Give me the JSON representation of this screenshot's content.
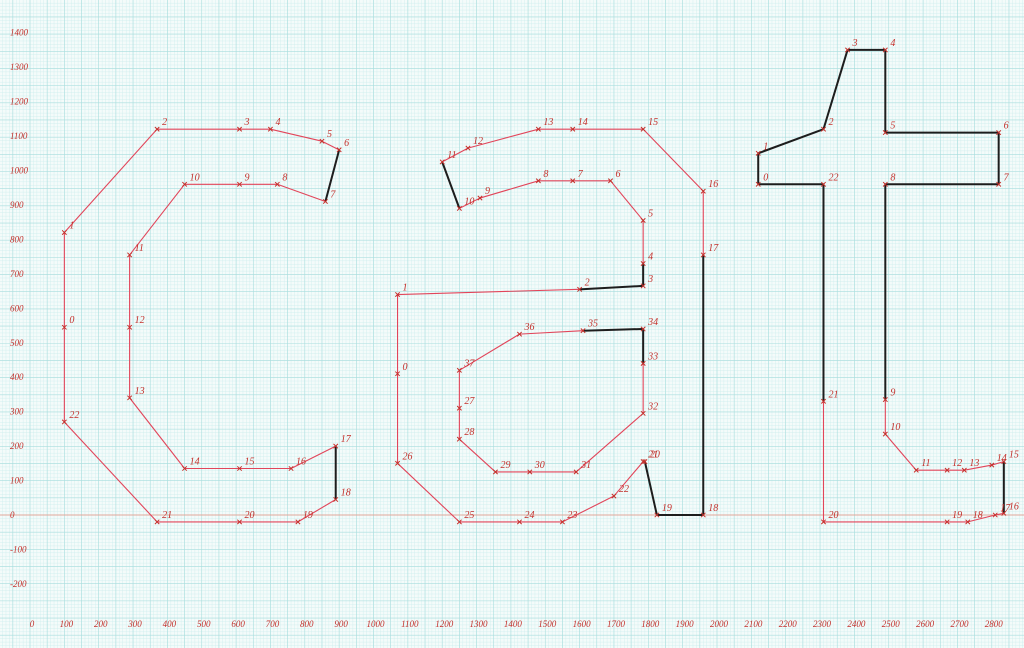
{
  "scale": {
    "x_ticks": [
      0,
      100,
      200,
      300,
      400,
      500,
      600,
      700,
      800,
      900,
      1000,
      1100,
      1200,
      1300,
      1400,
      1500,
      1600,
      1700,
      1800,
      1900,
      2000,
      2100,
      2200,
      2300,
      2400,
      2500,
      2600,
      2700,
      2800
    ],
    "y_ticks": [
      -200,
      -100,
      0,
      100,
      200,
      300,
      400,
      500,
      600,
      700,
      800,
      900,
      1000,
      1100,
      1200,
      1300,
      1400
    ],
    "x_label_texts": [
      "0",
      "100",
      "200",
      "300",
      "400",
      "500",
      "600",
      "700",
      "800",
      "900",
      "1000",
      "1100",
      "1200",
      "1300",
      "1400",
      "1500",
      "1600",
      "1700",
      "1800",
      "1900",
      "2000",
      "2100",
      "2200",
      "2300",
      "2400",
      "2500",
      "2600",
      "2700",
      "2800"
    ],
    "y_label_texts": [
      "-200",
      "-100",
      "0",
      "100",
      "200",
      "300",
      "400",
      "500",
      "600",
      "700",
      "800",
      "900",
      "1000",
      "1100",
      "1200",
      "1300",
      "1400"
    ]
  },
  "colors": {
    "grid_minor": "#cdeeee",
    "grid_major": "#a9dede",
    "baseline": "#e0a79a",
    "red_segment": "#e2455a",
    "black_segment": "#1d1d1d",
    "label": "#c4302b"
  },
  "glyphs": [
    {
      "name": "letter-c",
      "points": [
        {
          "label": "0",
          "x": 100,
          "y": 545
        },
        {
          "label": "1",
          "x": 100,
          "y": 820
        },
        {
          "label": "2",
          "x": 370,
          "y": 1120
        },
        {
          "label": "3",
          "x": 610,
          "y": 1120
        },
        {
          "label": "4",
          "x": 700,
          "y": 1120
        },
        {
          "label": "5",
          "x": 850,
          "y": 1085
        },
        {
          "label": "6",
          "x": 900,
          "y": 1060
        },
        {
          "label": "7",
          "x": 860,
          "y": 910
        },
        {
          "label": "8",
          "x": 720,
          "y": 960
        },
        {
          "label": "9",
          "x": 610,
          "y": 960
        },
        {
          "label": "10",
          "x": 450,
          "y": 960
        },
        {
          "label": "11",
          "x": 290,
          "y": 755
        },
        {
          "label": "12",
          "x": 290,
          "y": 545
        },
        {
          "label": "13",
          "x": 290,
          "y": 340
        },
        {
          "label": "14",
          "x": 450,
          "y": 135
        },
        {
          "label": "15",
          "x": 610,
          "y": 135
        },
        {
          "label": "16",
          "x": 760,
          "y": 135
        },
        {
          "label": "17",
          "x": 890,
          "y": 200
        },
        {
          "label": "18",
          "x": 890,
          "y": 45
        },
        {
          "label": "19",
          "x": 780,
          "y": -20
        },
        {
          "label": "20",
          "x": 610,
          "y": -20
        },
        {
          "label": "21",
          "x": 370,
          "y": -20
        },
        {
          "label": "22",
          "x": 100,
          "y": 270
        }
      ],
      "segments": [
        [
          0,
          1,
          "r"
        ],
        [
          1,
          2,
          "r"
        ],
        [
          2,
          3,
          "r"
        ],
        [
          3,
          4,
          "r"
        ],
        [
          4,
          5,
          "r"
        ],
        [
          5,
          6,
          "r"
        ],
        [
          6,
          7,
          "k"
        ],
        [
          7,
          8,
          "r"
        ],
        [
          8,
          9,
          "r"
        ],
        [
          9,
          10,
          "r"
        ],
        [
          10,
          11,
          "r"
        ],
        [
          11,
          12,
          "r"
        ],
        [
          12,
          13,
          "r"
        ],
        [
          13,
          14,
          "r"
        ],
        [
          14,
          15,
          "r"
        ],
        [
          15,
          16,
          "r"
        ],
        [
          16,
          17,
          "r"
        ],
        [
          17,
          18,
          "k"
        ],
        [
          18,
          19,
          "r"
        ],
        [
          19,
          20,
          "r"
        ],
        [
          20,
          21,
          "r"
        ],
        [
          21,
          22,
          "r"
        ],
        [
          22,
          0,
          "r"
        ]
      ]
    },
    {
      "name": "letter-a",
      "points": [
        {
          "label": "0",
          "x": 1070,
          "y": 410
        },
        {
          "label": "1",
          "x": 1070,
          "y": 640
        },
        {
          "label": "2",
          "x": 1600,
          "y": 655
        },
        {
          "label": "3",
          "x": 1785,
          "y": 665
        },
        {
          "label": "4",
          "x": 1785,
          "y": 730
        },
        {
          "label": "5",
          "x": 1785,
          "y": 855
        },
        {
          "label": "6",
          "x": 1690,
          "y": 970
        },
        {
          "label": "7",
          "x": 1580,
          "y": 970
        },
        {
          "label": "8",
          "x": 1480,
          "y": 970
        },
        {
          "label": "9",
          "x": 1310,
          "y": 920
        },
        {
          "label": "10",
          "x": 1250,
          "y": 890
        },
        {
          "label": "11",
          "x": 1200,
          "y": 1025
        },
        {
          "label": "12",
          "x": 1275,
          "y": 1065
        },
        {
          "label": "13",
          "x": 1480,
          "y": 1120
        },
        {
          "label": "14",
          "x": 1580,
          "y": 1120
        },
        {
          "label": "15",
          "x": 1785,
          "y": 1120
        },
        {
          "label": "16",
          "x": 1960,
          "y": 940
        },
        {
          "label": "17",
          "x": 1960,
          "y": 755
        },
        {
          "label": "18",
          "x": 1960,
          "y": 0
        },
        {
          "label": "19",
          "x": 1825,
          "y": 0
        },
        {
          "label": "20",
          "x": 1790,
          "y": 155
        },
        {
          "label": "21",
          "x": 1785,
          "y": 155
        },
        {
          "label": "22",
          "x": 1700,
          "y": 55
        },
        {
          "label": "23",
          "x": 1550,
          "y": -20
        },
        {
          "label": "24",
          "x": 1425,
          "y": -20
        },
        {
          "label": "25",
          "x": 1250,
          "y": -20
        },
        {
          "label": "26",
          "x": 1070,
          "y": 150
        },
        {
          "label": "27",
          "x": 1250,
          "y": 310
        },
        {
          "label": "28",
          "x": 1250,
          "y": 220
        },
        {
          "label": "29",
          "x": 1355,
          "y": 125
        },
        {
          "label": "30",
          "x": 1455,
          "y": 125
        },
        {
          "label": "31",
          "x": 1590,
          "y": 125
        },
        {
          "label": "32",
          "x": 1785,
          "y": 295
        },
        {
          "label": "33",
          "x": 1785,
          "y": 440
        },
        {
          "label": "34",
          "x": 1785,
          "y": 540
        },
        {
          "label": "35",
          "x": 1610,
          "y": 535
        },
        {
          "label": "36",
          "x": 1425,
          "y": 525
        },
        {
          "label": "37",
          "x": 1250,
          "y": 420
        }
      ],
      "segments": [
        [
          0,
          1,
          "r"
        ],
        [
          1,
          2,
          "r"
        ],
        [
          2,
          3,
          "k"
        ],
        [
          3,
          4,
          "k"
        ],
        [
          4,
          5,
          "r"
        ],
        [
          5,
          6,
          "r"
        ],
        [
          6,
          7,
          "r"
        ],
        [
          7,
          8,
          "r"
        ],
        [
          8,
          9,
          "r"
        ],
        [
          9,
          10,
          "r"
        ],
        [
          10,
          11,
          "k"
        ],
        [
          11,
          12,
          "r"
        ],
        [
          12,
          13,
          "r"
        ],
        [
          13,
          14,
          "r"
        ],
        [
          14,
          15,
          "r"
        ],
        [
          15,
          16,
          "r"
        ],
        [
          16,
          17,
          "r"
        ],
        [
          17,
          18,
          "k"
        ],
        [
          18,
          19,
          "k"
        ],
        [
          19,
          20,
          "k"
        ],
        [
          20,
          21,
          "r"
        ],
        [
          21,
          22,
          "r"
        ],
        [
          22,
          23,
          "r"
        ],
        [
          23,
          24,
          "r"
        ],
        [
          24,
          25,
          "r"
        ],
        [
          25,
          26,
          "r"
        ],
        [
          26,
          0,
          "r"
        ],
        [
          27,
          28,
          "r"
        ],
        [
          28,
          29,
          "r"
        ],
        [
          29,
          30,
          "r"
        ],
        [
          30,
          31,
          "r"
        ],
        [
          31,
          32,
          "r"
        ],
        [
          32,
          33,
          "r"
        ],
        [
          33,
          34,
          "k"
        ],
        [
          34,
          35,
          "k"
        ],
        [
          35,
          36,
          "r"
        ],
        [
          36,
          37,
          "r"
        ],
        [
          37,
          27,
          "r"
        ]
      ]
    },
    {
      "name": "letter-t",
      "points": [
        {
          "label": "0",
          "x": 2120,
          "y": 960
        },
        {
          "label": "1",
          "x": 2120,
          "y": 1050
        },
        {
          "label": "2",
          "x": 2310,
          "y": 1120
        },
        {
          "label": "3",
          "x": 2380,
          "y": 1350
        },
        {
          "label": "4",
          "x": 2490,
          "y": 1350
        },
        {
          "label": "5",
          "x": 2490,
          "y": 1110
        },
        {
          "label": "6",
          "x": 2820,
          "y": 1110
        },
        {
          "label": "7",
          "x": 2820,
          "y": 960
        },
        {
          "label": "8",
          "x": 2490,
          "y": 960
        },
        {
          "label": "9",
          "x": 2490,
          "y": 335
        },
        {
          "label": "10",
          "x": 2490,
          "y": 235
        },
        {
          "label": "11",
          "x": 2580,
          "y": 130
        },
        {
          "label": "12",
          "x": 2670,
          "y": 130
        },
        {
          "label": "13",
          "x": 2720,
          "y": 130
        },
        {
          "label": "14",
          "x": 2800,
          "y": 145
        },
        {
          "label": "15",
          "x": 2835,
          "y": 155
        },
        {
          "label": "16",
          "x": 2835,
          "y": 5
        },
        {
          "label": "17",
          "x": 2810,
          "y": 0
        },
        {
          "label": "18",
          "x": 2730,
          "y": -20
        },
        {
          "label": "19",
          "x": 2670,
          "y": -20
        },
        {
          "label": "20",
          "x": 2310,
          "y": -20
        },
        {
          "label": "21",
          "x": 2310,
          "y": 330
        },
        {
          "label": "22",
          "x": 2310,
          "y": 960
        }
      ],
      "segments": [
        [
          0,
          1,
          "k"
        ],
        [
          1,
          2,
          "k"
        ],
        [
          2,
          3,
          "k"
        ],
        [
          3,
          4,
          "k"
        ],
        [
          4,
          5,
          "k"
        ],
        [
          5,
          6,
          "k"
        ],
        [
          6,
          7,
          "k"
        ],
        [
          7,
          8,
          "k"
        ],
        [
          8,
          9,
          "k"
        ],
        [
          9,
          10,
          "r"
        ],
        [
          10,
          11,
          "r"
        ],
        [
          11,
          12,
          "r"
        ],
        [
          12,
          13,
          "r"
        ],
        [
          13,
          14,
          "r"
        ],
        [
          14,
          15,
          "r"
        ],
        [
          15,
          16,
          "k"
        ],
        [
          16,
          17,
          "r"
        ],
        [
          17,
          18,
          "r"
        ],
        [
          18,
          19,
          "r"
        ],
        [
          19,
          20,
          "r"
        ],
        [
          20,
          21,
          "r"
        ],
        [
          21,
          22,
          "k"
        ],
        [
          22,
          0,
          "k"
        ]
      ]
    }
  ]
}
